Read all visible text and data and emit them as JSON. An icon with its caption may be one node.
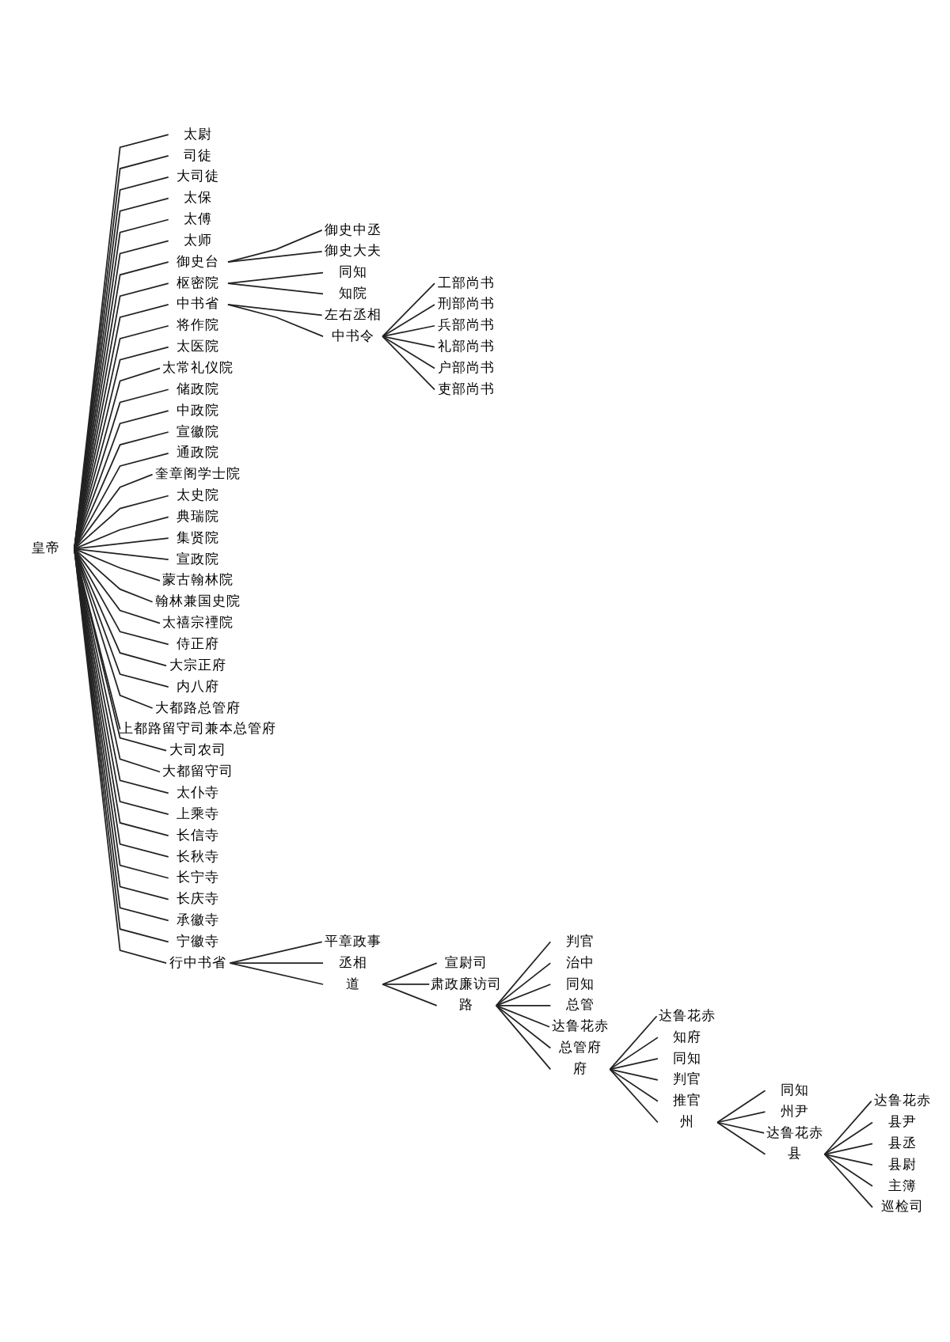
{
  "diagram": {
    "nodes": [
      {
        "text": [
          "皇帝"
        ]
      },
      {
        "text": [
          "太尉"
        ]
      },
      {
        "text": [
          "司徒"
        ]
      },
      {
        "text": [
          "大司徒"
        ]
      },
      {
        "text": [
          "太保"
        ]
      },
      {
        "text": [
          "太傅"
        ]
      },
      {
        "text": [
          "太师"
        ]
      },
      {
        "text": [
          "御史台"
        ]
      },
      {
        "text": [
          "枢密院"
        ]
      },
      {
        "text": [
          "中书省"
        ]
      },
      {
        "text": [
          "御史中丞"
        ]
      },
      {
        "text": [
          "御史大夫"
        ]
      },
      {
        "text": [
          "同知"
        ]
      },
      {
        "text": [
          "知院"
        ]
      },
      {
        "text": [
          "左右丞相"
        ]
      },
      {
        "text": [
          "中书令"
        ]
      },
      {
        "text": [
          "工部尚书"
        ]
      },
      {
        "text": [
          "刑部尚书"
        ]
      },
      {
        "text": [
          "兵部尚书"
        ]
      },
      {
        "text": [
          "礼部尚书"
        ]
      },
      {
        "text": [
          "户部尚书"
        ]
      },
      {
        "text": [
          "吏部尚书"
        ]
      },
      {
        "text": [
          "将作院"
        ]
      },
      {
        "text": [
          "太医院"
        ]
      },
      {
        "text": [
          "太常礼仪院"
        ]
      },
      {
        "text": [
          "储政院"
        ]
      },
      {
        "text": [
          "中政院"
        ]
      },
      {
        "text": [
          "宣徽院"
        ]
      },
      {
        "text": [
          "通政院"
        ]
      },
      {
        "text": [
          "奎章阁学士院"
        ]
      },
      {
        "text": [
          "太史院"
        ]
      },
      {
        "text": [
          "典瑞院"
        ]
      },
      {
        "text": [
          "集贤院"
        ]
      },
      {
        "text": [
          "宣政院"
        ]
      },
      {
        "text": [
          "蒙古翰林院"
        ]
      },
      {
        "text": [
          "翰林兼国史院"
        ]
      },
      {
        "text": [
          "太禧宗禋院"
        ]
      },
      {
        "text": [
          "侍正府"
        ]
      },
      {
        "text": [
          "大宗正府"
        ]
      },
      {
        "text": [
          "内八府"
        ]
      },
      {
        "text": [
          "大都路总管府"
        ]
      },
      {
        "text": [
          "上都路留守司兼本总管府"
        ]
      },
      {
        "text": [
          "大司农司"
        ]
      },
      {
        "text": [
          "大都留守司"
        ]
      },
      {
        "text": [
          "太仆寺"
        ]
      },
      {
        "text": [
          "上乘寺"
        ]
      },
      {
        "text": [
          "长信寺"
        ]
      },
      {
        "text": [
          "长秋寺"
        ]
      },
      {
        "text": [
          "长宁寺"
        ]
      },
      {
        "text": [
          "长庆寺"
        ]
      },
      {
        "text": [
          "承徽寺"
        ]
      },
      {
        "text": [
          "宁徽寺"
        ]
      },
      {
        "text": [
          "行中书省"
        ]
      },
      {
        "text": [
          "平章政事"
        ]
      },
      {
        "text": [
          "丞相"
        ]
      },
      {
        "text": [
          "道"
        ]
      },
      {
        "text": [
          "宣尉司"
        ]
      },
      {
        "text": [
          "肃政廉访司"
        ]
      },
      {
        "text": [
          "路"
        ]
      },
      {
        "text": [
          "判官"
        ]
      },
      {
        "text": [
          "治中"
        ]
      },
      {
        "text": [
          "同知"
        ]
      },
      {
        "text": [
          "总管"
        ]
      },
      {
        "text": [
          "达鲁花赤"
        ]
      },
      {
        "text": [
          "总管府"
        ]
      },
      {
        "text": [
          "府"
        ]
      },
      {
        "text": [
          "达鲁花赤"
        ]
      },
      {
        "text": [
          "知府"
        ]
      },
      {
        "text": [
          "同知"
        ]
      },
      {
        "text": [
          "判官"
        ]
      },
      {
        "text": [
          "推官"
        ]
      },
      {
        "text": [
          "州"
        ]
      },
      {
        "text": [
          "同知"
        ]
      },
      {
        "text": [
          "州尹"
        ]
      },
      {
        "text": [
          "达鲁花赤"
        ]
      },
      {
        "text": [
          "县"
        ]
      },
      {
        "text": [
          "达鲁花赤"
        ]
      },
      {
        "text": [
          "县尹"
        ]
      },
      {
        "text": [
          "县丞"
        ]
      },
      {
        "text": [
          "县尉"
        ]
      },
      {
        "text": [
          "主簿"
        ]
      },
      {
        "text": [
          "巡检司"
        ]
      }
    ],
    "edges": [
      {
        "from": 0,
        "to": 1,
        "arrow": "none"
      },
      {
        "from": 0,
        "to": 2,
        "arrow": "none"
      },
      {
        "from": 0,
        "to": 3,
        "arrow": "none"
      },
      {
        "from": 0,
        "to": 4,
        "arrow": "none"
      },
      {
        "from": 0,
        "to": 5,
        "arrow": "none"
      },
      {
        "from": 0,
        "to": 6,
        "arrow": "none"
      },
      {
        "from": 0,
        "to": 7,
        "arrow": "none"
      },
      {
        "from": 0,
        "to": 8,
        "arrow": "none"
      },
      {
        "from": 0,
        "to": 9,
        "arrow": "none"
      },
      {
        "from": 7,
        "to": 10,
        "arrow": "none"
      },
      {
        "from": 7,
        "to": 11,
        "arrow": "none"
      },
      {
        "from": 8,
        "to": 12,
        "arrow": "none"
      },
      {
        "from": 8,
        "to": 13,
        "arrow": "none"
      },
      {
        "from": 9,
        "to": 14,
        "arrow": "none"
      },
      {
        "from": 9,
        "to": 15,
        "arrow": "none"
      },
      {
        "from": 15,
        "to": 16,
        "arrow": "none"
      },
      {
        "from": 15,
        "to": 17,
        "arrow": "none"
      },
      {
        "from": 15,
        "to": 18,
        "arrow": "none"
      },
      {
        "from": 15,
        "to": 19,
        "arrow": "none"
      },
      {
        "from": 15,
        "to": 20,
        "arrow": "none"
      },
      {
        "from": 15,
        "to": 21,
        "arrow": "none"
      },
      {
        "from": 0,
        "to": 22,
        "arrow": "none"
      },
      {
        "from": 0,
        "to": 23,
        "arrow": "none"
      },
      {
        "from": 0,
        "to": 24,
        "arrow": "none"
      },
      {
        "from": 0,
        "to": 25,
        "arrow": "none"
      },
      {
        "from": 0,
        "to": 26,
        "arrow": "none"
      },
      {
        "from": 0,
        "to": 27,
        "arrow": "none"
      },
      {
        "from": 0,
        "to": 28,
        "arrow": "none"
      },
      {
        "from": 0,
        "to": 29,
        "arrow": "none"
      },
      {
        "from": 0,
        "to": 30,
        "arrow": "none"
      },
      {
        "from": 0,
        "to": 31,
        "arrow": "none"
      },
      {
        "from": 0,
        "to": 32,
        "arrow": "none"
      },
      {
        "from": 0,
        "to": 33,
        "arrow": "none"
      },
      {
        "from": 0,
        "to": 34,
        "arrow": "none"
      },
      {
        "from": 0,
        "to": 35,
        "arrow": "none"
      },
      {
        "from": 0,
        "to": 36,
        "arrow": "none"
      },
      {
        "from": 0,
        "to": 37,
        "arrow": "none"
      },
      {
        "from": 0,
        "to": 38,
        "arrow": "none"
      },
      {
        "from": 0,
        "to": 39,
        "arrow": "none"
      },
      {
        "from": 0,
        "to": 40,
        "arrow": "none"
      },
      {
        "from": 0,
        "to": 41,
        "arrow": "none"
      },
      {
        "from": 0,
        "to": 42,
        "arrow": "none"
      },
      {
        "from": 0,
        "to": 43,
        "arrow": "none"
      },
      {
        "from": 0,
        "to": 44,
        "arrow": "none"
      },
      {
        "from": 0,
        "to": 45,
        "arrow": "none"
      },
      {
        "from": 0,
        "to": 46,
        "arrow": "none"
      },
      {
        "from": 0,
        "to": 47,
        "arrow": "none"
      },
      {
        "from": 0,
        "to": 48,
        "arrow": "none"
      },
      {
        "from": 0,
        "to": 49,
        "arrow": "none"
      },
      {
        "from": 0,
        "to": 50,
        "arrow": "none"
      },
      {
        "from": 0,
        "to": 51,
        "arrow": "none"
      },
      {
        "from": 0,
        "to": 52,
        "arrow": "none"
      },
      {
        "from": 52,
        "to": 53,
        "arrow": "none"
      },
      {
        "from": 52,
        "to": 54,
        "arrow": "none"
      },
      {
        "from": 52,
        "to": 55,
        "arrow": "none"
      },
      {
        "from": 55,
        "to": 56,
        "arrow": "none"
      },
      {
        "from": 55,
        "to": 57,
        "arrow": "none"
      },
      {
        "from": 55,
        "to": 58,
        "arrow": "none"
      },
      {
        "from": 58,
        "to": 59,
        "arrow": "none"
      },
      {
        "from": 58,
        "to": 60,
        "arrow": "none"
      },
      {
        "from": 58,
        "to": 61,
        "arrow": "none"
      },
      {
        "from": 58,
        "to": 62,
        "arrow": "none"
      },
      {
        "from": 58,
        "to": 63,
        "arrow": "none"
      },
      {
        "from": 58,
        "to": 64,
        "arrow": "none"
      },
      {
        "from": 58,
        "to": 65,
        "arrow": "none"
      },
      {
        "from": 65,
        "to": 66,
        "arrow": "none"
      },
      {
        "from": 65,
        "to": 67,
        "arrow": "none"
      },
      {
        "from": 65,
        "to": 68,
        "arrow": "none"
      },
      {
        "from": 65,
        "to": 69,
        "arrow": "none"
      },
      {
        "from": 65,
        "to": 70,
        "arrow": "none"
      },
      {
        "from": 65,
        "to": 71,
        "arrow": "none"
      },
      {
        "from": 71,
        "to": 72,
        "arrow": "none"
      },
      {
        "from": 71,
        "to": 73,
        "arrow": "none"
      },
      {
        "from": 71,
        "to": 74,
        "arrow": "none"
      },
      {
        "from": 71,
        "to": 75,
        "arrow": "none"
      },
      {
        "from": 75,
        "to": 76,
        "arrow": "none"
      },
      {
        "from": 75,
        "to": 77,
        "arrow": "none"
      },
      {
        "from": 75,
        "to": 78,
        "arrow": "none"
      },
      {
        "from": 75,
        "to": 79,
        "arrow": "none"
      },
      {
        "from": 75,
        "to": 80,
        "arrow": "none"
      },
      {
        "from": 75,
        "to": 81,
        "arrow": "none"
      }
    ]
  }
}
